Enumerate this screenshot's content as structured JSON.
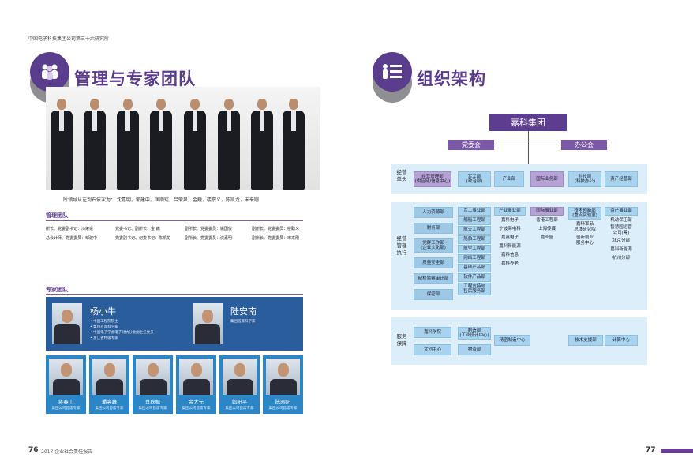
{
  "header": {
    "company": "中国电子科技集团公司第三十六研究所"
  },
  "left": {
    "title": "管理与专家团队",
    "caption": "所领导从左到右依次为：    沈嘉明，邹建中，匡顺锭，吕荣泉，金巍，楼职义，陈凯龙，宋来刚",
    "mgmt_heading": "管理团队",
    "mgmt_rows": [
      [
        "所长、党委副书记：冯荣泉",
        "党委书记、副所长：金 巍",
        "副所长、党委委员：姚国俊",
        "副所长、党委委员：楼职义"
      ],
      [
        "总会计师、党委委员：邹建中",
        "党委副书记、纪委书记：陈凯龙",
        "副所长、党委委员：沈嘉明",
        "副所长、党委委员：宋来刚"
      ]
    ],
    "expert_heading": "专家团队",
    "featured": [
      {
        "name": "杨小牛",
        "titles": [
          "• 中国工程院院士",
          "• 集团首席科学家",
          "• 中国电子学会电子对抗分会副主任委员",
          "• 浙江省特级专家"
        ]
      },
      {
        "name": "陆安南",
        "titles": [
          "集团首席科学家"
        ]
      }
    ],
    "experts": [
      {
        "name": "蒋春山",
        "title": "集团公司首席专家"
      },
      {
        "name": "潘高峰",
        "title": "集团公司首席专家"
      },
      {
        "name": "肖秋枫",
        "title": "集团公司首席专家"
      },
      {
        "name": "金大元",
        "title": "集团公司首席专家"
      },
      {
        "name": "郭阳平",
        "title": "集团公司首席专家"
      },
      {
        "name": "陈园阳",
        "title": "集团公司首席专家"
      }
    ]
  },
  "right": {
    "title": "组织架构",
    "top": "嘉科集团",
    "party": "党委会",
    "office": "办公会",
    "band1_label": "经营\n单头",
    "band1": [
      "经营管理部\n(供应链/信息中心)",
      "军工部\n(政治部)",
      "产业部",
      "国际业务部",
      "科技部\n(科技办公)",
      "资产经营部"
    ],
    "band2_label": "经营\n管理\n执行",
    "band2_col1": [
      "人力资源部",
      "财务部",
      "党群工作部\n(企业文化部)",
      "质量安全部",
      "纪检监察审计部",
      "保密部"
    ],
    "band2_col2": [
      "军工事业部",
      "舰艇工程部",
      "航天工程部",
      "船舶工程部",
      "航空工程部",
      "网络工程部",
      "基础产品部",
      "软件产品部",
      "工程支持与\n售后服务部"
    ],
    "band2_col3": [
      "产业事业部",
      "嘉科电子",
      "宁波海电科",
      "嘉鑫电子",
      "嘉科新能源",
      "嘉科信息",
      "嘉科养老"
    ],
    "band2_col4": [
      "国际事业部",
      "香港工程部",
      "上海传媒",
      "嘉业盛"
    ],
    "band2_col5": [
      "技术创新部\n(重点实验室)",
      "嘉科军品\n总体研究院",
      "创新创业\n服务中心"
    ],
    "band2_col6": [
      "资产事业部",
      "机动保卫部",
      "智慧园运营\n公司(筹)",
      "北京分部",
      "嘉科新能源",
      "杭州分部"
    ],
    "band3_label": "服务\n保障",
    "band3": [
      "嘉科学院",
      "制造部\n(工业设计中心)",
      "精密制造中心",
      "技术支援部",
      "计算中心",
      "文创中心",
      "物资部"
    ]
  },
  "footer": {
    "left_page": "76",
    "report": "2017 企业社会责任报告",
    "right_page": "77"
  },
  "colors": {
    "purple": "#5d3d90",
    "blue_band": "#dbeef9",
    "box_blue": "#a7d3ee",
    "expert_blue": "#2a86c7"
  }
}
